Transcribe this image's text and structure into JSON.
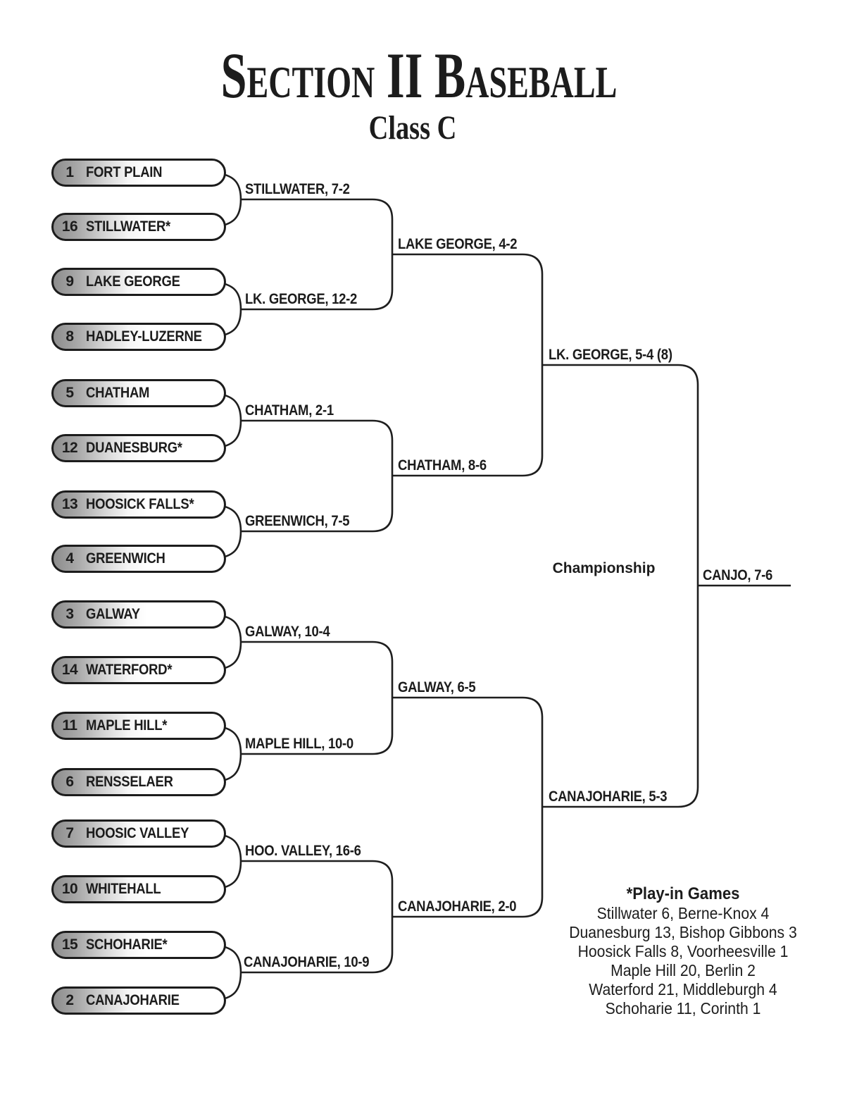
{
  "title": "Section II Baseball",
  "subtitle": "Class C",
  "teams": [
    {
      "seed": "1",
      "name": "FORT PLAIN"
    },
    {
      "seed": "16",
      "name": "STILLWATER*"
    },
    {
      "seed": "9",
      "name": "LAKE GEORGE"
    },
    {
      "seed": "8",
      "name": "HADLEY-LUZERNE"
    },
    {
      "seed": "5",
      "name": "CHATHAM"
    },
    {
      "seed": "12",
      "name": "DUANESBURG*"
    },
    {
      "seed": "13",
      "name": "HOOSICK FALLS*"
    },
    {
      "seed": "4",
      "name": "GREENWICH"
    },
    {
      "seed": "3",
      "name": "GALWAY"
    },
    {
      "seed": "14",
      "name": "WATERFORD*"
    },
    {
      "seed": "11",
      "name": "MAPLE HILL*"
    },
    {
      "seed": "6",
      "name": "RENSSELAER"
    },
    {
      "seed": "7",
      "name": "HOOSIC VALLEY"
    },
    {
      "seed": "10",
      "name": "WHITEHALL"
    },
    {
      "seed": "15",
      "name": "SCHOHARIE*"
    },
    {
      "seed": "2",
      "name": "CANAJOHARIE"
    }
  ],
  "rounds": {
    "round1": [
      "STILLWATER, 7-2",
      "LK. GEORGE, 12-2",
      "CHATHAM, 2-1",
      "GREENWICH, 7-5",
      "GALWAY, 10-4",
      "MAPLE HILL, 10-0",
      "HOO. VALLEY, 16-6",
      "CANAJOHARIE, 10-9"
    ],
    "round2": [
      "LAKE GEORGE, 4-2",
      "CHATHAM, 8-6",
      "GALWAY, 6-5",
      "CANAJOHARIE, 2-0"
    ],
    "semifinals": [
      "LK. GEORGE, 5-4 (8)",
      "CANAJOHARIE, 5-3"
    ],
    "championship_label": "Championship",
    "champion": "CANJO, 7-6"
  },
  "playin": {
    "title": "*Play-in Games",
    "games": [
      "Stillwater 6, Berne-Knox 4",
      "Duanesburg 13, Bishop Gibbons 3",
      "Hoosick Falls 8, Voorheesville 1",
      "Maple Hill 20, Berlin 2",
      "Waterford 21, Middleburgh 4",
      "Schoharie 11, Corinth 1"
    ]
  },
  "colors": {
    "ink": "#1c1c1c",
    "pill_gray": "#8d8d8d",
    "background": "#ffffff"
  }
}
